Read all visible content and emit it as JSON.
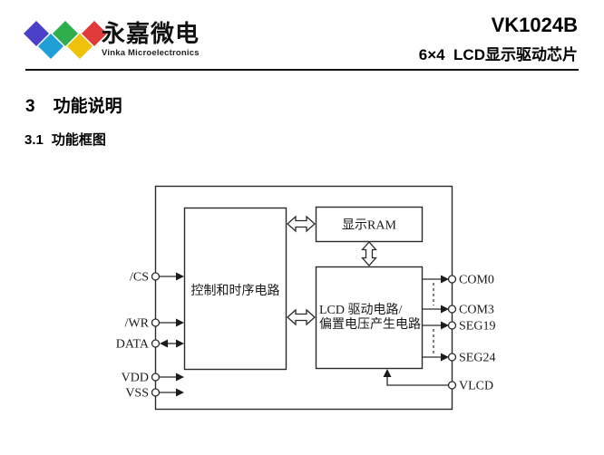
{
  "header": {
    "brand_cn": "永嘉微电",
    "brand_en": "Vinka Microelectronics",
    "part_number": "VK1024B",
    "subtitle": "6×4  LCD显示驱动芯片",
    "logo_colors": {
      "blue": "#4a41c8",
      "cyan": "#209fd6",
      "green": "#2fae4e",
      "yellow": "#eec20b",
      "red": "#e03a3a"
    }
  },
  "sections": {
    "h1_num": "3",
    "h1_title": "功能说明",
    "h2_num": "3.1",
    "h2_title": "功能框图"
  },
  "diagram": {
    "line_color": "#2b2b2b",
    "control_block": "控制和时序电路",
    "ram_block": "显示RAM",
    "lcd_block_line1": "LCD 驱动电路/",
    "lcd_block_line2": "偏置电压产生电路",
    "left_pins": [
      "/CS",
      "/WR",
      "DATA",
      "VDD",
      "VSS"
    ],
    "right_pins": [
      "COM0",
      "COM3",
      "SEG19",
      "SEG24",
      "VLCD"
    ]
  }
}
